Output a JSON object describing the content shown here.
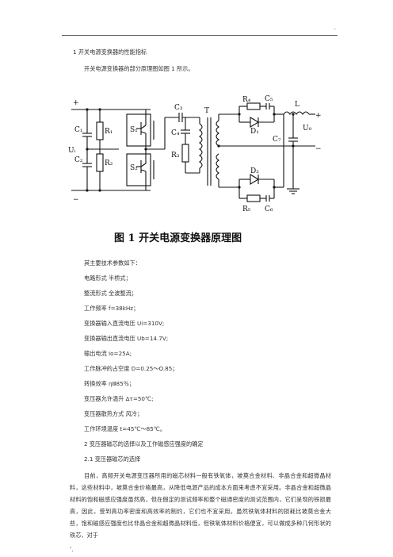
{
  "header_mark": ".",
  "footer_mark": "'.",
  "section1_title": "1  开关电源变换器的性能指标",
  "intro": "开关电源变换器的部分原理图如图 1 所示。",
  "figure": {
    "caption": "图 1     开关电源变换器原理图",
    "labels": {
      "plus": "+",
      "minus": "−",
      "ui": "Uᵢ",
      "uo": "U₀",
      "c1": "C₁",
      "c2": "C₂",
      "r1": "R₁",
      "r2": "R₂",
      "s1": "S₁",
      "s2": "S₂",
      "c3": "C₃",
      "c4": "C₄",
      "r3": "R₃",
      "t": "T",
      "r4": "R₄",
      "c5": "C₅",
      "d1": "D₁",
      "l": "L",
      "c7": "C₇",
      "d2": "D₂",
      "r5": "R₅",
      "c6": "C₆",
      "o_plus": "+",
      "o_minus": "−"
    }
  },
  "params_intro": "其主要技术参数如下：",
  "params": [
    "电路形式  半桥式；",
    "整流形式  全波整流；",
    "工作频率  f=38kHz；",
    "变换器输入直流电压  Ui=310V;",
    "变换器输出直流电压  Ub=14.7V;",
    "输出电流  Io=25A;",
    "工作脉冲的占空度  D=0.25～O.85；",
    "转换效率  ηⅢ85％；",
    "变压器允许温升  Δτ=50℃;",
    "变压器散热方式  风冷；",
    "工作环境温度  t=45℃～85℃。"
  ],
  "section2_title": "2  变压器磁芯的选择以及工作磁感应强度的确定",
  "section21_title": "2.1  变压器磁芯的选择",
  "body_text": "目前，高频开关电源变压器所用的磁芯材料一般有铁氧体，坡莫合金材料、非晶合金和超微晶材料，这些材料中，坡莫合金价格最高，从降低电源产品的成本方面来考虑不宜采用。非晶合金和超微晶材料的饱和磁感应强度虽然高，但在假定的测试频率和整个磁通密度的测试范围内，它们呈现的铁损最高，因此，受到高功率密度和高效率的制约，它们也不宜采用。虽然铁氧体材料的损耗比坡莫合金大些，饱和磁感应强度也比非晶合金和超微晶材料低，但铁氧体材料价格便宜，可以做成多种几何形状的铁芯，对于"
}
